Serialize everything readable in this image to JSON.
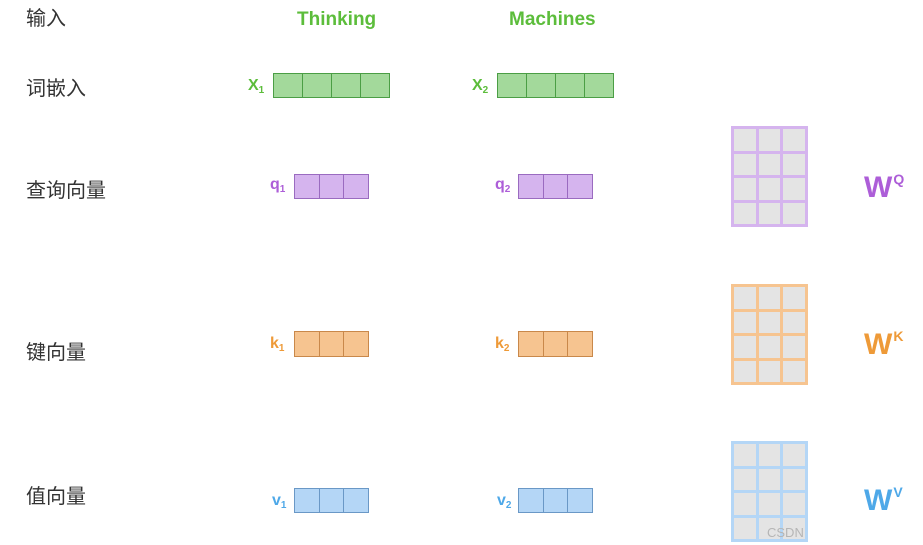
{
  "rows": {
    "input": "输入",
    "embedding": "词嵌入",
    "query": "查询向量",
    "key": "键向量",
    "value": "值向量"
  },
  "words": [
    "Thinking",
    "Machines"
  ],
  "labels": {
    "x1": "X",
    "x1_sub": "1",
    "x2": "X",
    "x2_sub": "2",
    "q1": "q",
    "q1_sub": "1",
    "q2": "q",
    "q2_sub": "2",
    "k1": "k",
    "k1_sub": "1",
    "k2": "k",
    "k2_sub": "2",
    "v1": "v",
    "v1_sub": "1",
    "v2": "v",
    "v2_sub": "2"
  },
  "weights": {
    "wq": "W",
    "wq_sup": "Q",
    "wk": "W",
    "wk_sup": "K",
    "wv": "W",
    "wv_sup": "V"
  },
  "watermark": "CSDN",
  "colors": {
    "embedding": "#a3d99b",
    "embedding_border": "#4b9e45",
    "embedding_text": "#5cbd3b",
    "query": "#d5b4ee",
    "query_border": "#9a6bc0",
    "query_text": "#ad5ed8",
    "key": "#f6c490",
    "key_border": "#c9884a",
    "key_text": "#ee9a38",
    "value": "#b4d6f6",
    "value_border": "#6a98c6",
    "value_text": "#4ea8e8"
  }
}
